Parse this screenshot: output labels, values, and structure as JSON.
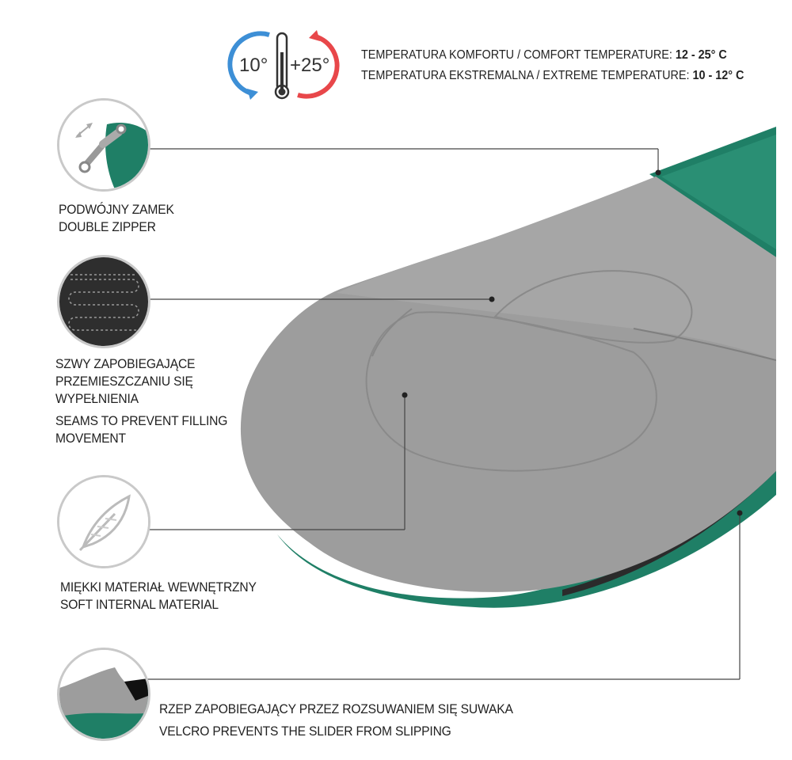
{
  "temperature": {
    "icon_low": "10°",
    "icon_high": "+25°",
    "comfort_label": "TEMPERATURA KOMFORTU / COMFORT TEMPERATURE: ",
    "comfort_value": "12 - 25° C",
    "extreme_label": "TEMPERATURA EKSTREMALNA / EXTREME TEMPERATURE: ",
    "extreme_value": "10 - 12° C"
  },
  "features": [
    {
      "icon": "zipper-icon",
      "line1": "PODWÓJNY ZAMEK",
      "line2": "DOUBLE ZIPPER"
    },
    {
      "icon": "seam-pattern-icon",
      "line1": "SZWY ZAPOBIEGAJĄCE",
      "line2": "PRZEMIESZCZANIU SIĘ",
      "line3": "WYPEŁNIENIA",
      "line4": "SEAMS TO PREVENT FILLING",
      "line5": "MOVEMENT"
    },
    {
      "icon": "feather-icon",
      "line1": "MIĘKKI MATERIAŁ WEWNĘTRZNY",
      "line2": "SOFT INTERNAL MATERIAL"
    },
    {
      "icon": "velcro-corner-icon",
      "line1": "RZEP ZAPOBIEGAJĄCY PRZEZ ROZSUWANIEM SIĘ SUWAKA",
      "line2": "VELCRO PREVENTS THE SLIDER FROM SLIPPING"
    }
  ],
  "colors": {
    "teal": "#1f7f66",
    "grey_lining": "#9a9a9a",
    "warm_red": "#e8474a",
    "cool_blue": "#3d8fd6"
  }
}
